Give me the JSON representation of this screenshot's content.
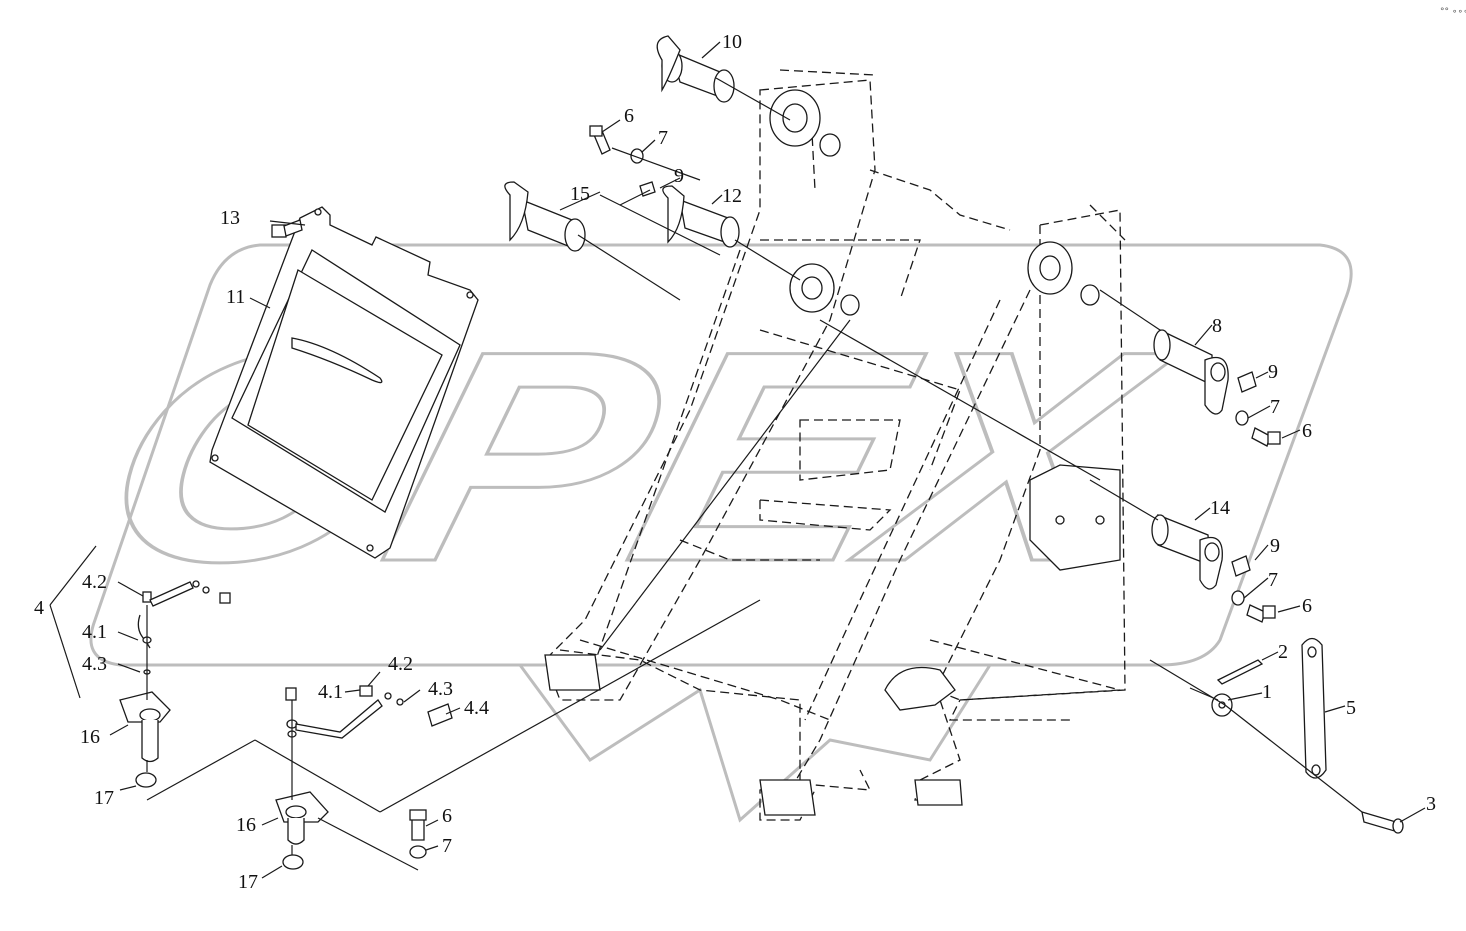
{
  "watermark": {
    "text": "OPEX",
    "color": "#bdbdbd"
  },
  "corner_mark": "°° ∘∘∘",
  "callouts": [
    {
      "id": "c10",
      "text": "10"
    },
    {
      "id": "c6a",
      "text": "6"
    },
    {
      "id": "c7a",
      "text": "7"
    },
    {
      "id": "c9a",
      "text": "9"
    },
    {
      "id": "c12",
      "text": "12"
    },
    {
      "id": "c15",
      "text": "15"
    },
    {
      "id": "c13",
      "text": "13"
    },
    {
      "id": "c11",
      "text": "11"
    },
    {
      "id": "c8",
      "text": "8"
    },
    {
      "id": "c9b",
      "text": "9"
    },
    {
      "id": "c7b",
      "text": "7"
    },
    {
      "id": "c6b",
      "text": "6"
    },
    {
      "id": "c14",
      "text": "14"
    },
    {
      "id": "c9c",
      "text": "9"
    },
    {
      "id": "c7c",
      "text": "7"
    },
    {
      "id": "c6c",
      "text": "6"
    },
    {
      "id": "c2",
      "text": "2"
    },
    {
      "id": "c1",
      "text": "1"
    },
    {
      "id": "c5",
      "text": "5"
    },
    {
      "id": "c3",
      "text": "3"
    },
    {
      "id": "c4",
      "text": "4"
    },
    {
      "id": "c42a",
      "text": "4.2"
    },
    {
      "id": "c41a",
      "text": "4.1"
    },
    {
      "id": "c43a",
      "text": "4.3"
    },
    {
      "id": "c16a",
      "text": "16"
    },
    {
      "id": "c17a",
      "text": "17"
    },
    {
      "id": "c42b",
      "text": "4.2"
    },
    {
      "id": "c41b",
      "text": "4.1"
    },
    {
      "id": "c43b",
      "text": "4.3"
    },
    {
      "id": "c44",
      "text": "4.4"
    },
    {
      "id": "c16b",
      "text": "16"
    },
    {
      "id": "c17b",
      "text": "17"
    },
    {
      "id": "c6d",
      "text": "6"
    },
    {
      "id": "c7d",
      "text": "7"
    }
  ]
}
